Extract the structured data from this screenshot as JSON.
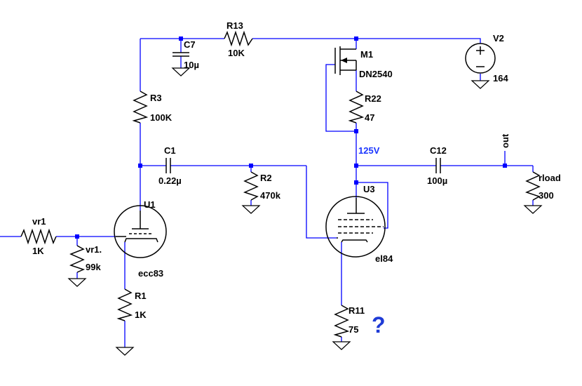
{
  "diagram": {
    "components": {
      "C7": {
        "ref": "C7",
        "value": "10µ"
      },
      "R13": {
        "ref": "R13",
        "value": "10K"
      },
      "M1": {
        "ref": "M1",
        "value": "DN2540"
      },
      "V2": {
        "ref": "V2",
        "value": "164"
      },
      "R3": {
        "ref": "R3",
        "value": "100K"
      },
      "R22": {
        "ref": "R22",
        "value": "47"
      },
      "C1": {
        "ref": "C1",
        "value": "0.22µ"
      },
      "R2": {
        "ref": "R2",
        "value": "470k"
      },
      "C12": {
        "ref": "C12",
        "value": "100µ"
      },
      "RLOAD": {
        "ref": "rload",
        "value": "300"
      },
      "U1": {
        "ref": "U1",
        "value": "ecc83"
      },
      "U3": {
        "ref": "U3",
        "value": "el84"
      },
      "VR1": {
        "ref": "vr1",
        "value": "1K"
      },
      "VR1B": {
        "ref": "vr1.",
        "value": "99k"
      },
      "R1": {
        "ref": "R1",
        "value": "1K"
      },
      "R11": {
        "ref": "R11",
        "value": "75"
      }
    },
    "nets": {
      "node_voltage": "125V",
      "out": "out"
    },
    "annotation": "?",
    "colors": {
      "wire": "#0000ff",
      "component": "#000000",
      "voltage_label": "#1a35ff",
      "annotation": "#1f3bd6"
    }
  }
}
